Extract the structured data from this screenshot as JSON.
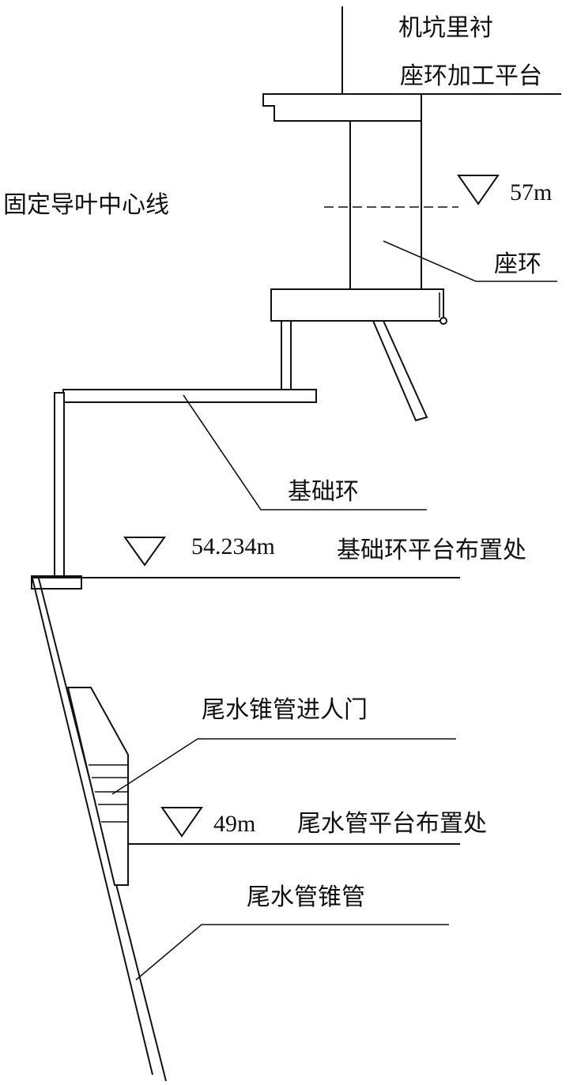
{
  "labels": {
    "pit_liner": "机坑里衬",
    "seat_ring_platform": "座环加工平台",
    "guide_vane_centerline": "固定导叶中心线",
    "seat_ring": "座环",
    "foundation_ring": "基础环",
    "foundation_ring_platform": "基础环平台布置处",
    "draft_tube_door": "尾水锥管进人门",
    "draft_tube_platform": "尾水管平台布置处",
    "draft_tube_cone": "尾水管锥管"
  },
  "elevations": {
    "seat_ring_center": "57m",
    "foundation_ring_platform": "54.234m",
    "draft_tube_platform": "49m"
  },
  "colors": {
    "line": "#111111",
    "background": "#ffffff"
  }
}
